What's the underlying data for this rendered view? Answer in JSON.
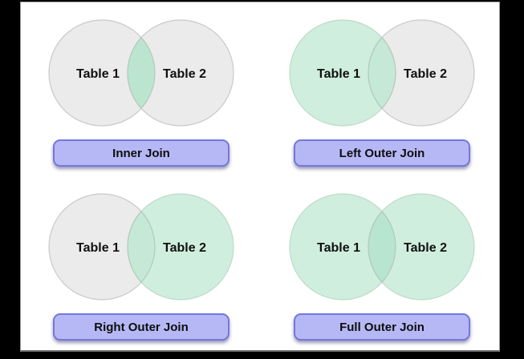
{
  "palette": {
    "gray": "#ebebeb",
    "gray_stroke": "#c9c9c9",
    "green": "#cfeede",
    "green_stroke": "#bedacc",
    "lens_inner": "#bce5d0",
    "lens_outer": "#c5e9d6",
    "lens_full": "#b7e5d0",
    "lens_stroke": "#b3c8bc",
    "button_fill": "#b6b8f5",
    "button_border": "#7278dc",
    "panel_background": "#ffffff",
    "page_background": "#000000"
  },
  "diagrams": [
    {
      "id": "inner-join",
      "table1": "Table 1",
      "table2": "Table 2",
      "button_label": "Inner Join",
      "left_fill": "gray",
      "right_fill": "gray",
      "overlap_fill": "lens_inner"
    },
    {
      "id": "left-outer-join",
      "table1": "Table 1",
      "table2": "Table 2",
      "button_label": "Left Outer Join",
      "left_fill": "green",
      "right_fill": "gray",
      "overlap_fill": "lens_outer"
    },
    {
      "id": "right-outer-join",
      "table1": "Table 1",
      "table2": "Table 2",
      "button_label": "Right Outer Join",
      "left_fill": "gray",
      "right_fill": "green",
      "overlap_fill": "lens_outer"
    },
    {
      "id": "full-outer-join",
      "table1": "Table 1",
      "table2": "Table 2",
      "button_label": "Full Outer Join",
      "left_fill": "green",
      "right_fill": "green",
      "overlap_fill": "lens_full"
    }
  ]
}
